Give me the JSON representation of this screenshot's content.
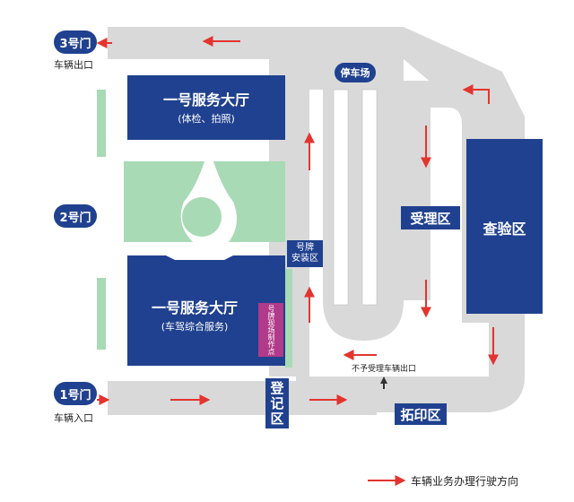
{
  "gates": {
    "gate3": "3号门",
    "gate3_sub": "车辆出口",
    "gate2": "2号门",
    "gate1": "1号门",
    "gate1_sub": "车辆入口"
  },
  "buildings": {
    "hall_top_title": "一号服务大厅",
    "hall_top_sub": "(体检、拍照)",
    "hall_main_title": "一号服务大厅",
    "hall_main_sub": "(车驾综合服务)",
    "plate_make_line1": "号牌现场",
    "plate_make_line2": "制作点"
  },
  "zones": {
    "parking": "停车场",
    "plate_install_line1": "号牌",
    "plate_install_line2": "安装区",
    "accept": "受理区",
    "inspect": "查验区",
    "register_c1": "登",
    "register_c2": "记",
    "register_c3": "区",
    "rubbing": "拓印区"
  },
  "notes": {
    "no_exit": "不予受理车辆出口",
    "legend": "车辆业务办理行驶方向"
  },
  "colors": {
    "road": "#d9d9d9",
    "building": "#20418f",
    "green": "#a8dab5",
    "arrow": "#e3342f",
    "magenta": "#b23a8a"
  }
}
